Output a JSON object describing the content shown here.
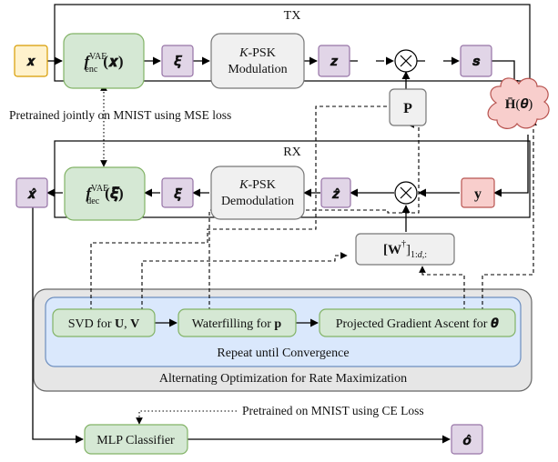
{
  "panels": {
    "tx": "TX",
    "rx": "RX"
  },
  "nodes": {
    "x_in": "𝒙",
    "encoder": {
      "f": "f",
      "sup": "VAE",
      "sub": "enc",
      "arg": "(𝒙)"
    },
    "xi": "𝝃",
    "modulation": {
      "line1_k": "K",
      "line1_rest": "-PSK",
      "line2": "Modulation"
    },
    "z": "𝒛",
    "s": "𝒔",
    "P": "P",
    "channel": {
      "H": "H̄",
      "arg": "(𝜽)"
    },
    "xhat": "𝒙̂",
    "decoder": {
      "f": "f",
      "sup": "VAE",
      "sub": "dec",
      "arg": "(𝝃̂)"
    },
    "xihat": "𝝃̂",
    "demodulation": {
      "line1_k": "K",
      "line1_rest": "-PSK",
      "line2": "Demodulation"
    },
    "zhat": "𝒛̂",
    "y": "y",
    "W": {
      "main": "[W",
      "sup": "†",
      "close": "]",
      "sub": "1:",
      "sub_d": "d",
      "sub_tail": ",:"
    },
    "svd": {
      "pre": "SVD for ",
      "U": "U",
      "comma": ", ",
      "V": "V"
    },
    "waterfilling": {
      "pre": "Waterfilling for ",
      "p": "p"
    },
    "pga": {
      "pre": "Projected Gradient Ascent for ",
      "theta": "𝜽"
    },
    "repeat": "Repeat until Convergence",
    "altopt": "Alternating Optimization for Rate Maximization",
    "mlp": "MLP Classifier",
    "o": "𝒐̂"
  },
  "annotations": {
    "pretrained_mse": "Pretrained jointly on MNIST using MSE loss",
    "pretrained_ce": "Pretrained on MNIST using CE Loss"
  },
  "colors": {
    "orange_fill": "#fff2cc",
    "orange_stroke": "#d79b00",
    "green_fill": "#d5e8d4",
    "green_stroke": "#82b366",
    "purple_fill": "#e1d5e7",
    "purple_stroke": "#9673a6",
    "gray_fill": "#f0f0f0",
    "gray_stroke": "#777777",
    "red_fill": "#f8cecc",
    "red_stroke": "#b85450",
    "blue_fill": "#dae8fc",
    "blue_stroke": "#6c8ebf",
    "outer_fill": "#e6e6e6",
    "outer_stroke": "#666666"
  }
}
